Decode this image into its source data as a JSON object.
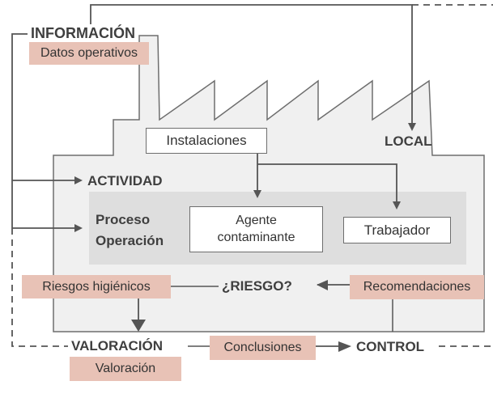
{
  "diagram": {
    "informacion": "INFORMACIÓN",
    "datos_operativos": "Datos operativos",
    "instalaciones": "Instalaciones",
    "local": "LOCAL",
    "actividad": "ACTIVIDAD",
    "proceso": "Proceso",
    "operacion": "Operación",
    "agente": "Agente contaminante",
    "trabajador": "Trabajador",
    "riesgos_higienicos": "Riesgos higiénicos",
    "riesgo": "¿RIESGO?",
    "recomendaciones": "Recomendaciones",
    "valoracion_title": "VALORACIÓN",
    "conclusiones": "Conclusiones",
    "control": "CONTROL",
    "valoracion_box": "Valoración"
  },
  "colors": {
    "pink": "#e8c2b6",
    "factory_fill": "#f0f0f0",
    "inner_fill": "#dedede",
    "line": "#555555"
  }
}
